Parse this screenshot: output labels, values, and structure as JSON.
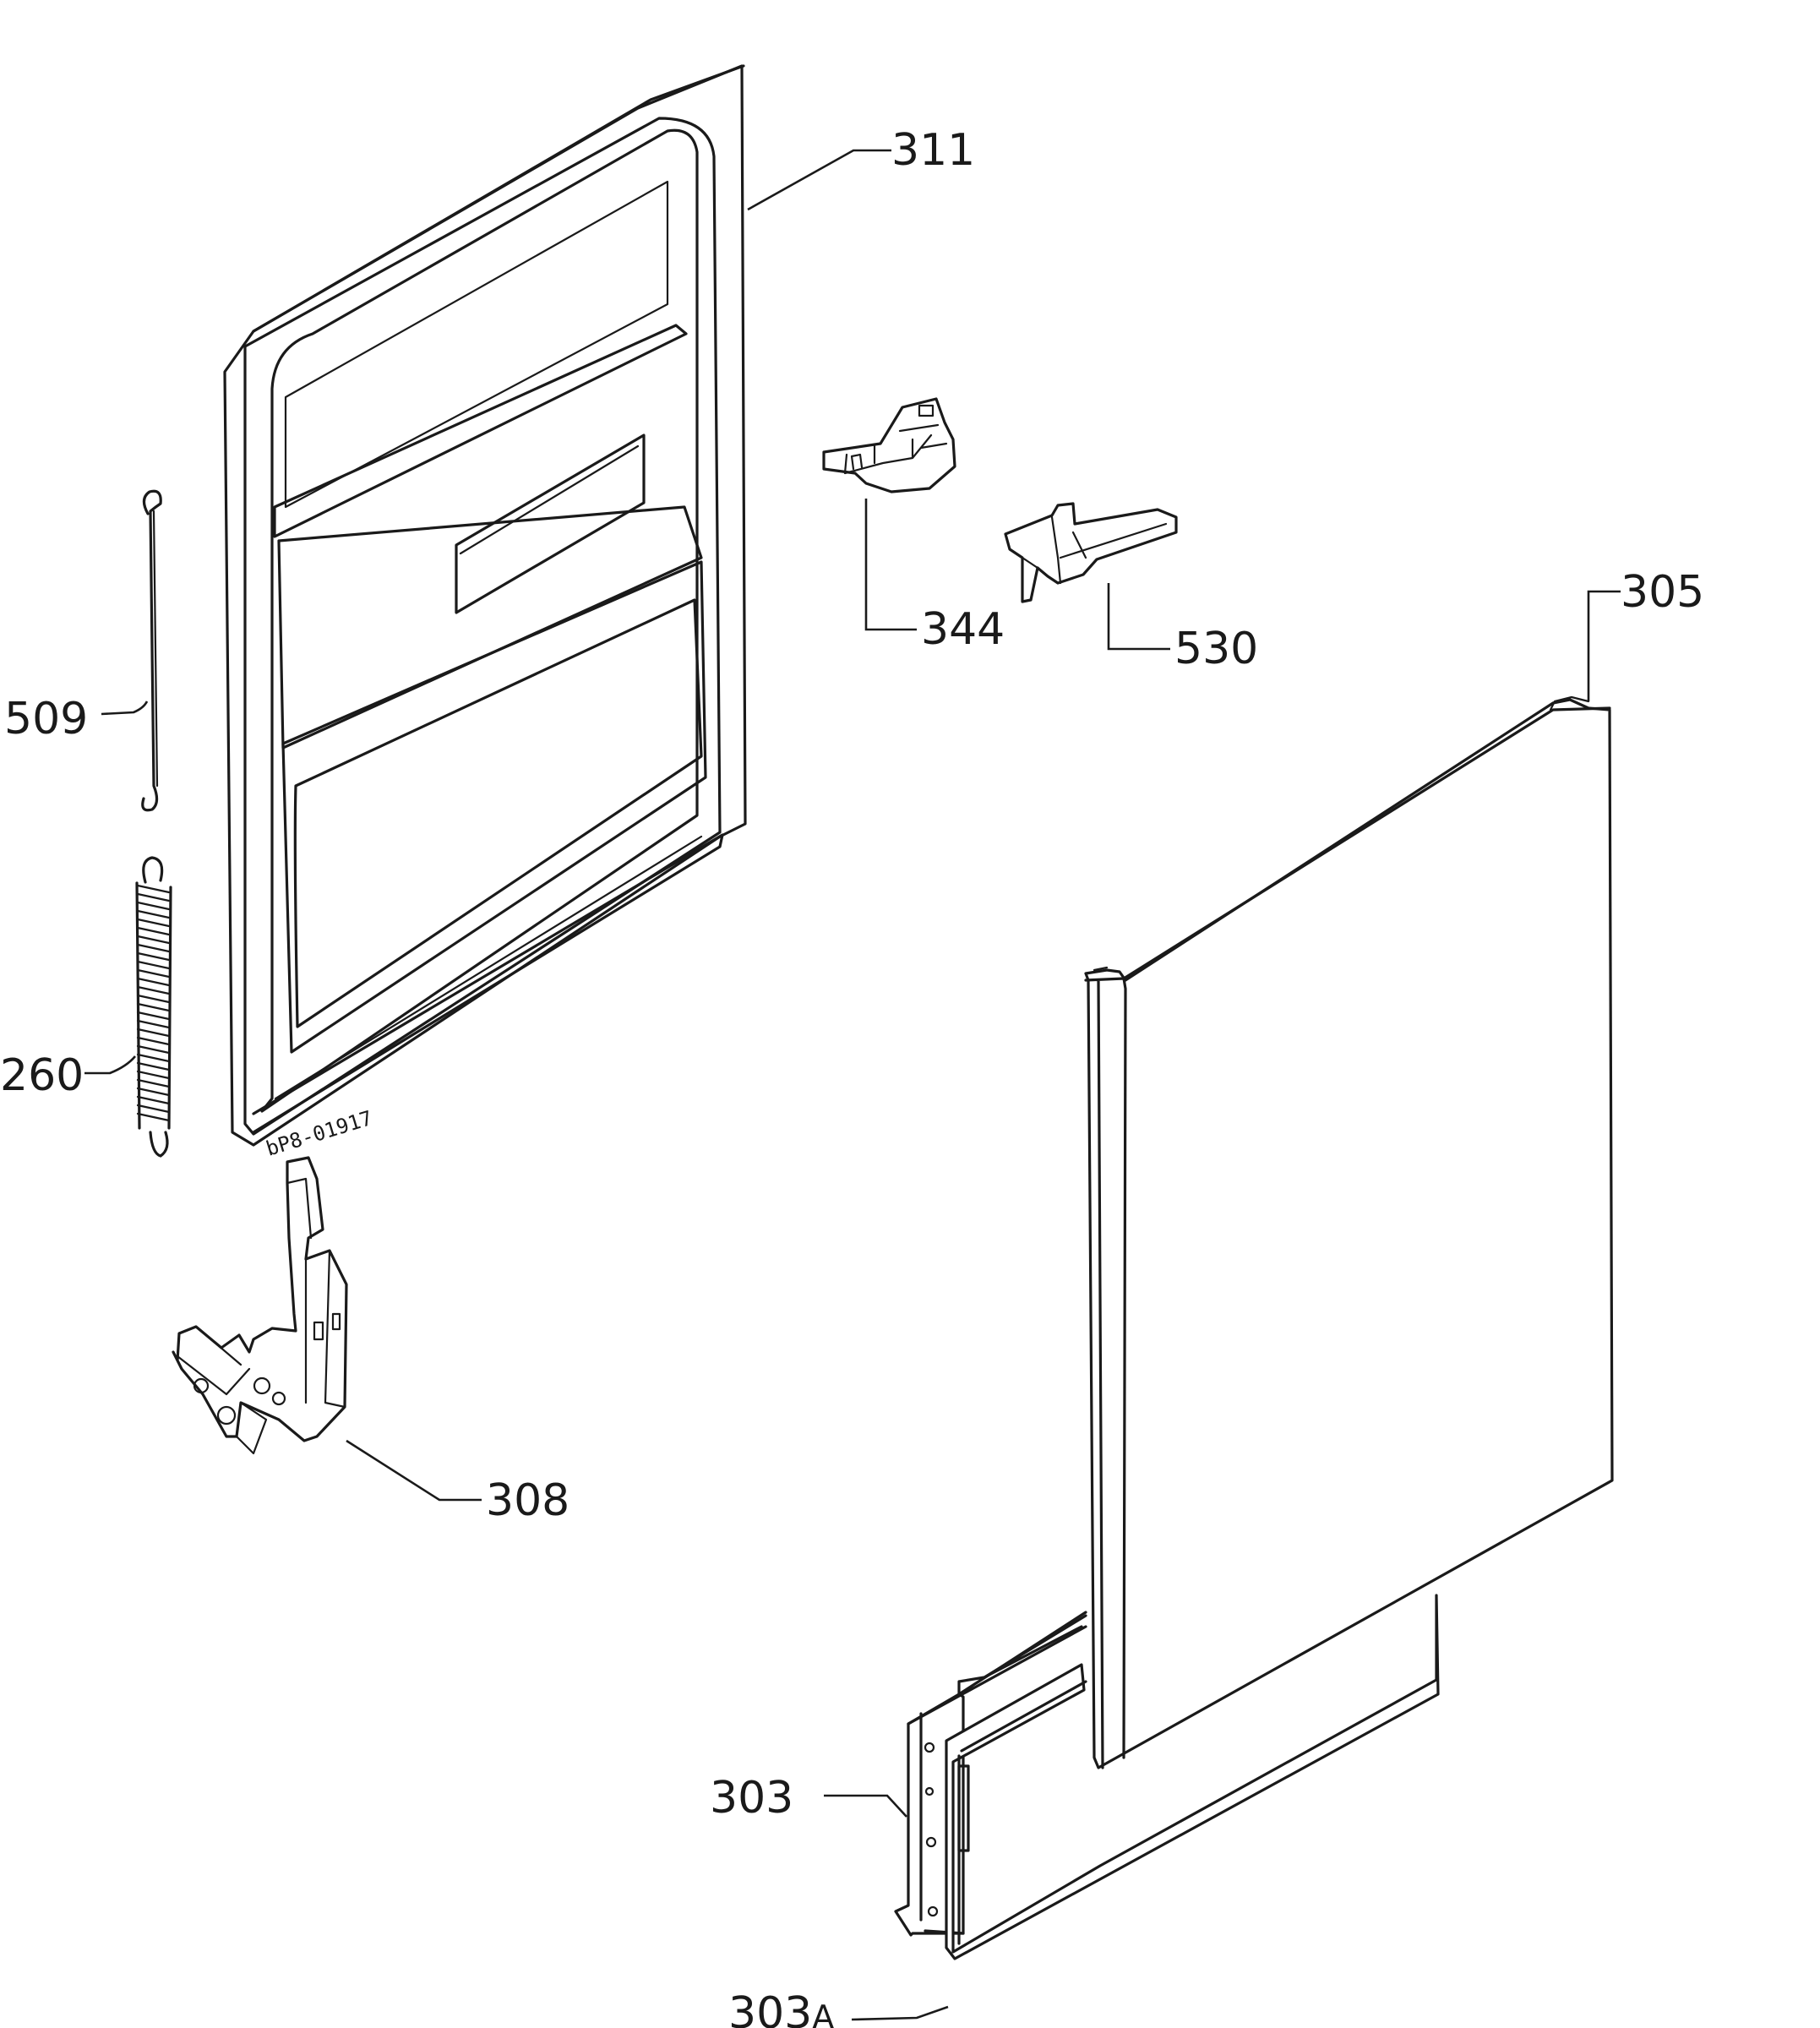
{
  "drawing_code": "bP8-01917",
  "callouts": [
    {
      "id": "311",
      "label": "311"
    },
    {
      "id": "344",
      "label": "344"
    },
    {
      "id": "530",
      "label": "530"
    },
    {
      "id": "305",
      "label": "305"
    },
    {
      "id": "509",
      "label": "509"
    },
    {
      "id": "260",
      "label": "260"
    },
    {
      "id": "308",
      "label": "308"
    },
    {
      "id": "303",
      "label": "303"
    },
    {
      "id": "303a",
      "label": "303",
      "suffix": "A"
    }
  ]
}
